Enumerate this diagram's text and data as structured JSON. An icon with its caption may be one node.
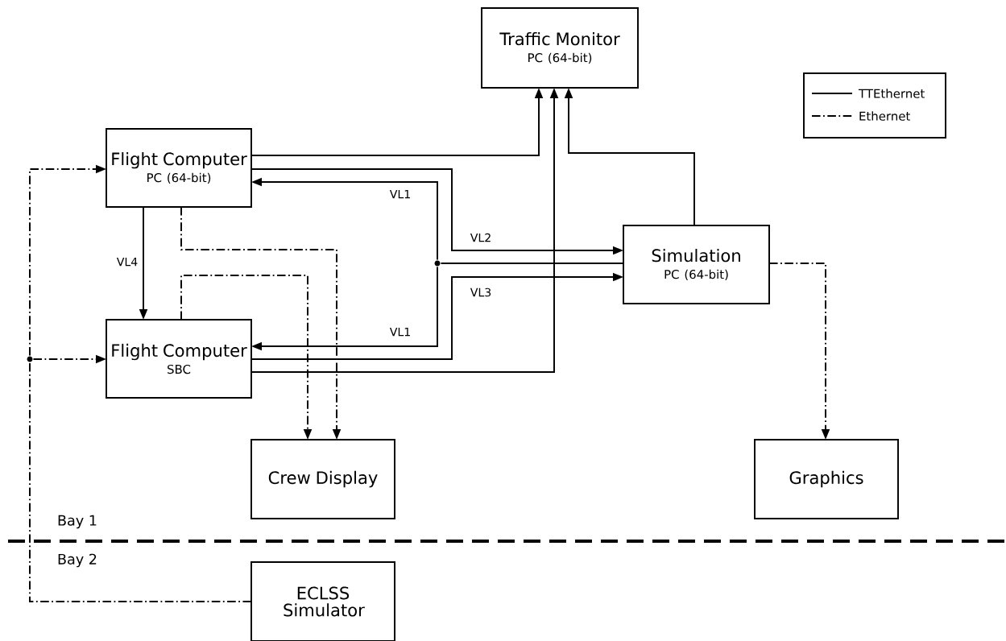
{
  "diagram": {
    "nodes": [
      {
        "text": [
          "Traffic Monitor",
          "PC (64-bit)"
        ]
      },
      {
        "text": [
          "Flight Computer",
          "PC (64-bit)"
        ]
      },
      {
        "text": [
          "Flight Computer",
          "SBC"
        ]
      },
      {
        "text": [
          "Simulation",
          "PC (64-bit)"
        ]
      },
      {
        "text": [
          "Crew Display"
        ]
      },
      {
        "text": [
          "Graphics"
        ]
      },
      {
        "text": [
          "ECLSS Simulator"
        ]
      },
      {
        "text": [],
        "shape": "circle"
      },
      {
        "text": [],
        "shape": "circle"
      }
    ],
    "edges": [
      {
        "from": 1,
        "to": 0,
        "arrow": "to"
      },
      {
        "from": 1,
        "to": 3,
        "arrow": "to",
        "label": "VL2"
      },
      {
        "from": 3,
        "to": 7,
        "arrow": "none"
      },
      {
        "from": 7,
        "to": 1,
        "arrow": "to",
        "label": "VL1"
      },
      {
        "from": 7,
        "to": 2,
        "arrow": "to",
        "label": "VL1"
      },
      {
        "from": 2,
        "to": 3,
        "arrow": "to",
        "label": "VL3"
      },
      {
        "from": 2,
        "to": 0,
        "arrow": "to"
      },
      {
        "from": 3,
        "to": 0,
        "arrow": "to"
      },
      {
        "from": 1,
        "to": 2,
        "arrow": "to",
        "label": "VL4"
      },
      {
        "from": 1,
        "to": 4,
        "arrow": "to",
        "style": "dashed"
      },
      {
        "from": 2,
        "to": 4,
        "arrow": "to",
        "style": "dashed"
      },
      {
        "from": 3,
        "to": 5,
        "arrow": "to",
        "style": "dashed"
      },
      {
        "from": 6,
        "to": 8,
        "arrow": "none",
        "style": "dashed"
      },
      {
        "from": 8,
        "to": 1,
        "arrow": "to",
        "style": "dashed"
      },
      {
        "from": 8,
        "to": 2,
        "arrow": "to",
        "style": "dashed"
      }
    ],
    "labels": [
      "Bay 1",
      "Bay 2"
    ],
    "legend": [
      {
        "text": "TTEthernet"
      },
      {
        "text": "Ethernet"
      }
    ]
  }
}
